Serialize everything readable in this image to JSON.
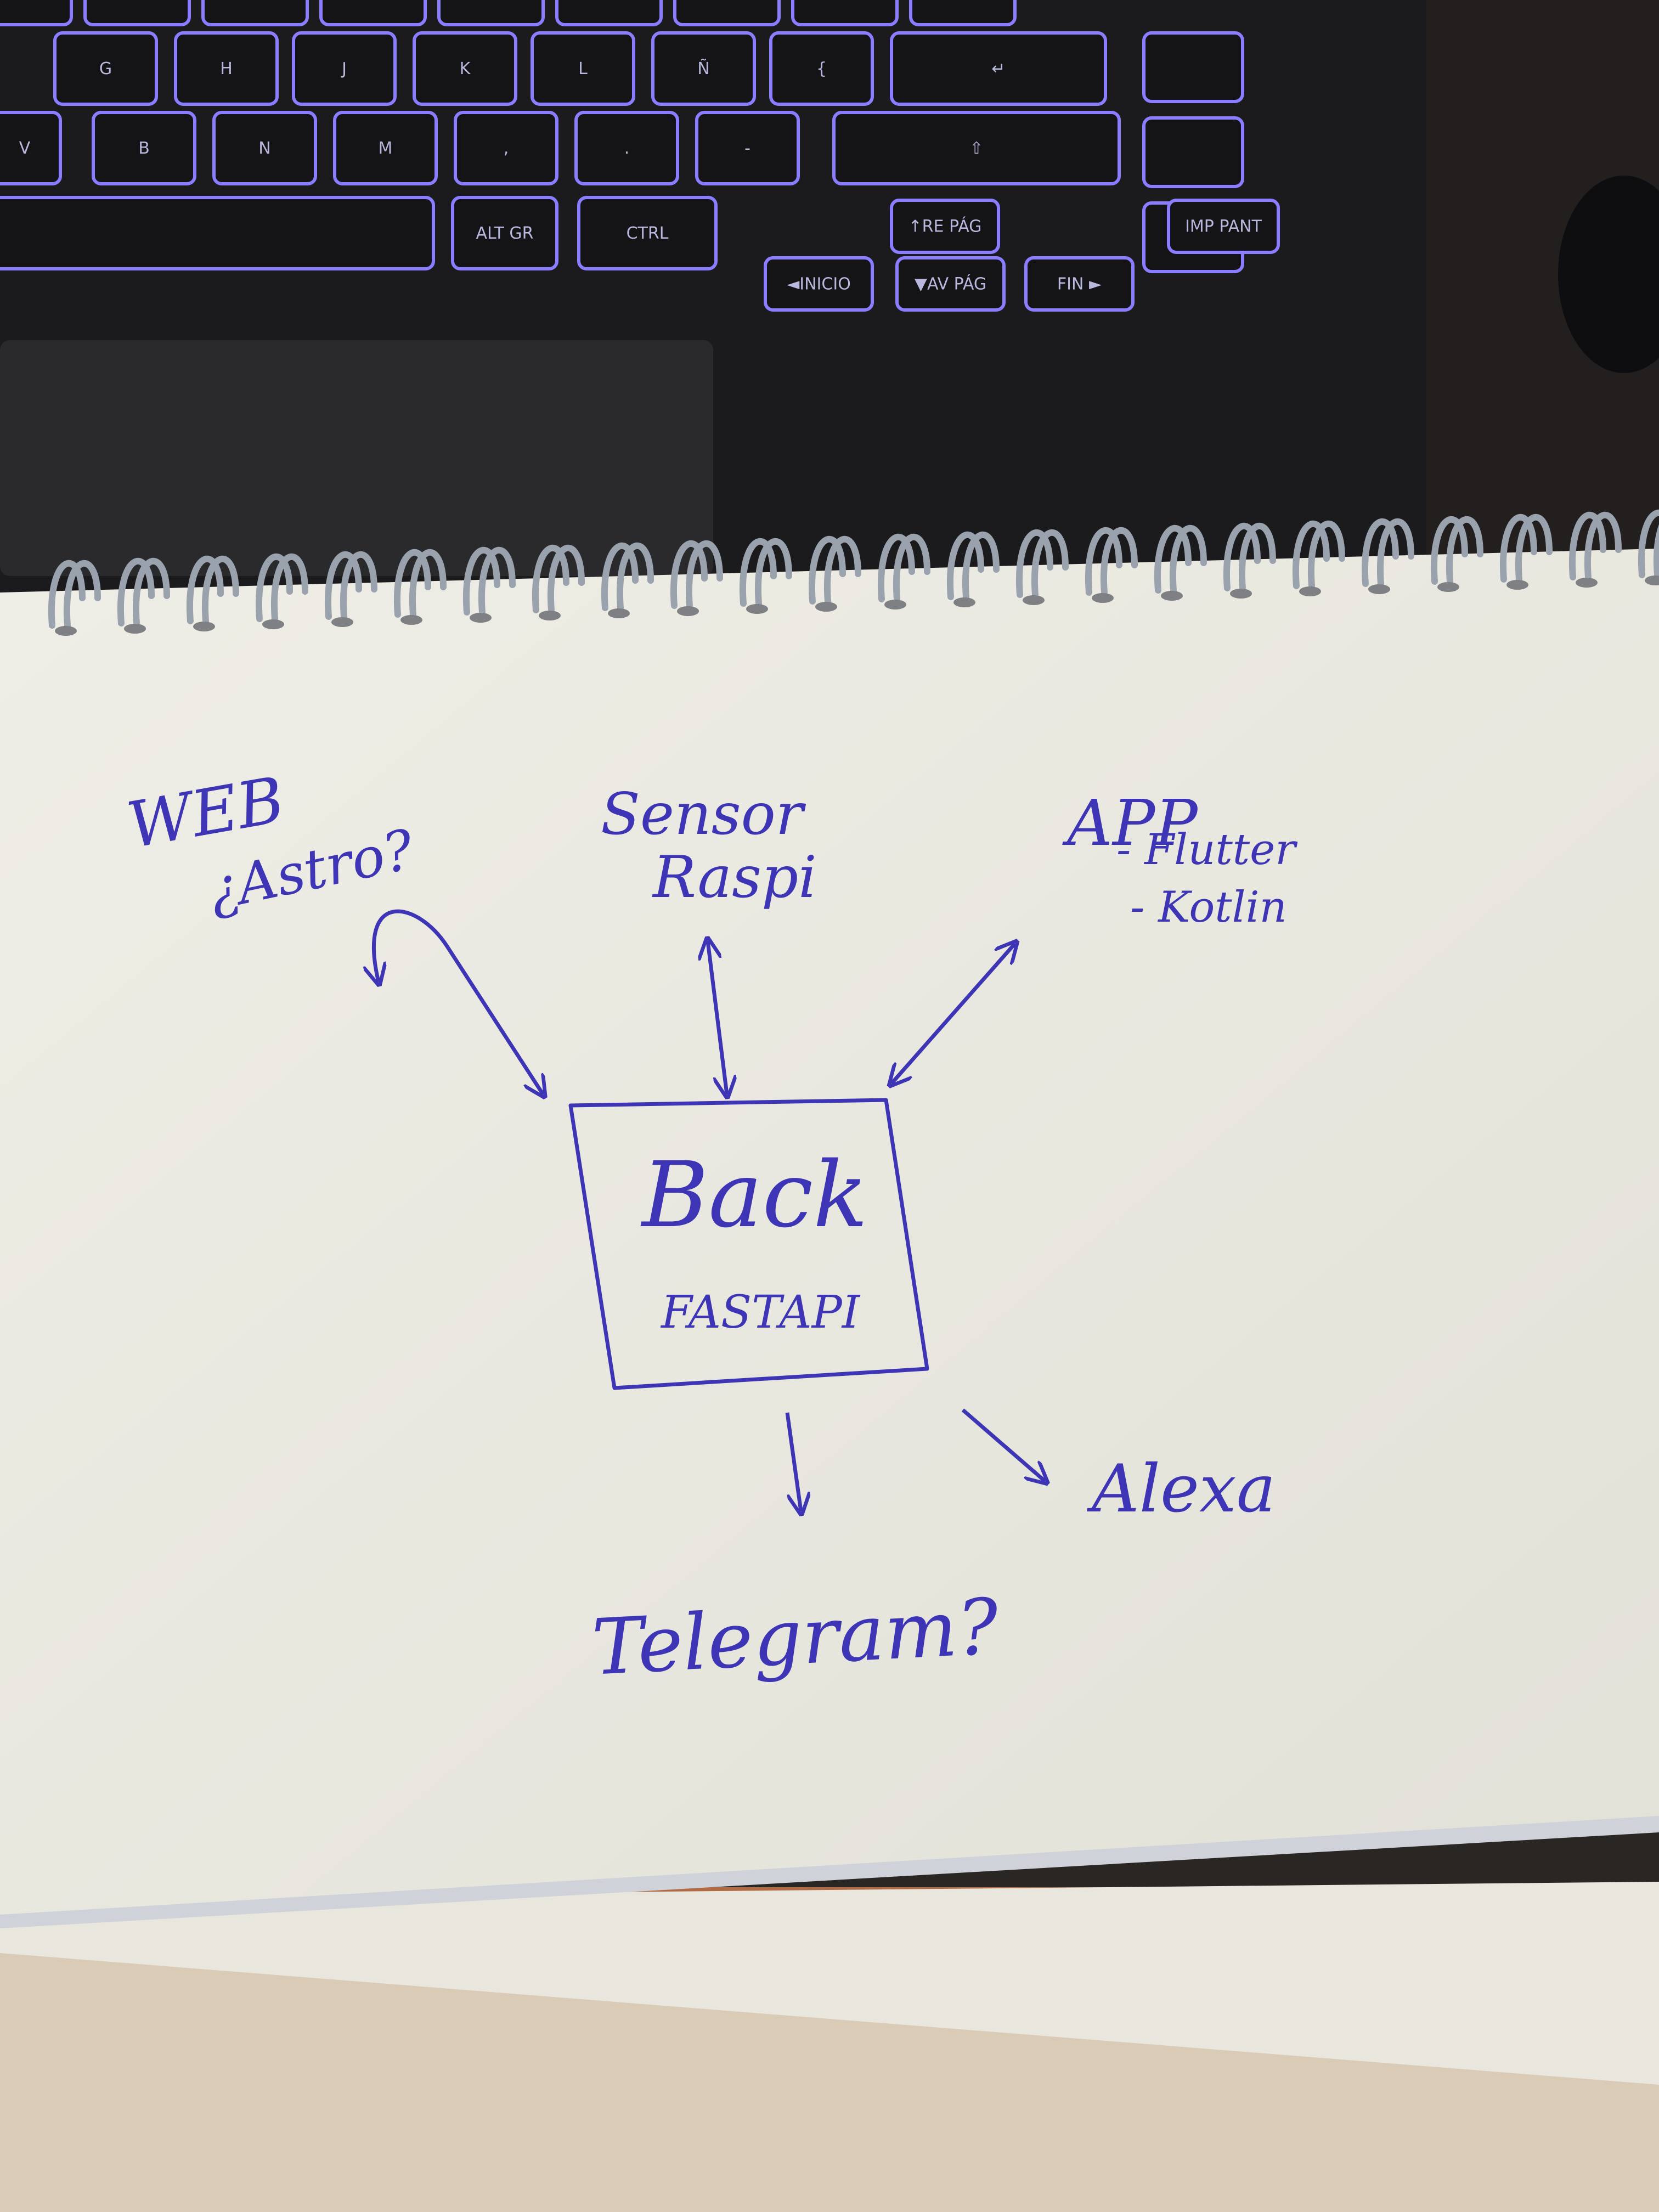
{
  "keyboard": {
    "rows": [
      [
        "G",
        "H",
        "J",
        "K",
        "L",
        "Ñ",
        "{",
        "↵"
      ],
      [
        "V",
        "B",
        "N",
        "M",
        ",",
        ".",
        "-",
        "⇧"
      ],
      [
        "ALT GR",
        "CTRL",
        "↑RE PÁG",
        "◄INICIO",
        "▼AV PÁG",
        "FIN ►",
        "IMP PANT"
      ]
    ]
  },
  "diagram": {
    "center": {
      "title": "Back",
      "subtitle": "FASTAPI"
    },
    "web": {
      "line1": "WEB",
      "line2": "¿Astro?"
    },
    "sensor": {
      "line1": "Sensor",
      "line2": "Raspi"
    },
    "app": {
      "title": "APP",
      "item1": "- Flutter",
      "item2": "- Kotlin"
    },
    "telegram": {
      "label": "Telegram?"
    },
    "alexa": {
      "label": "Alexa"
    }
  },
  "colors": {
    "ink": "#3d35b5",
    "paper": "#eeede5",
    "keyboard_backlight": "#8a7dff",
    "laptop": "#1c1c1e",
    "desk": "#b76a3f"
  }
}
